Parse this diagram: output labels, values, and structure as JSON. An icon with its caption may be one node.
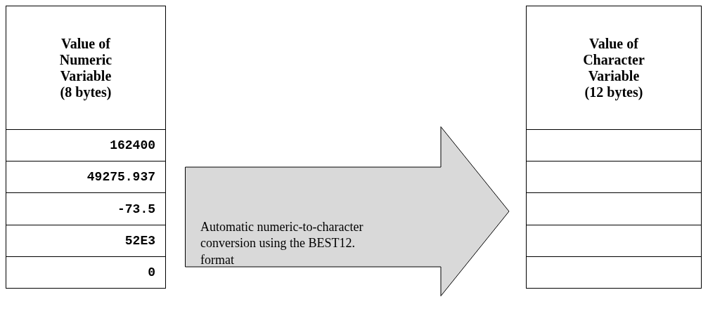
{
  "diagram": {
    "nodes": [
      {
        "text": [
          "Value of Numeric Variable (8 bytes)"
        ]
      },
      {
        "text": [
          "162400"
        ]
      },
      {
        "text": [
          "49275.937"
        ]
      },
      {
        "text": [
          "-73.5"
        ]
      },
      {
        "text": [
          "52E3"
        ]
      },
      {
        "text": [
          "0"
        ]
      },
      {
        "text": [
          "Automatic numeric-to-character conversion using the BEST12. format"
        ]
      },
      {
        "text": [
          "Value of Character Variable (12 bytes)"
        ]
      },
      {
        "text": [],
        "shape": "box"
      },
      {
        "text": [],
        "shape": "box"
      },
      {
        "text": [],
        "shape": "box"
      },
      {
        "text": [],
        "shape": "box"
      },
      {
        "text": [],
        "shape": "box"
      }
    ]
  }
}
